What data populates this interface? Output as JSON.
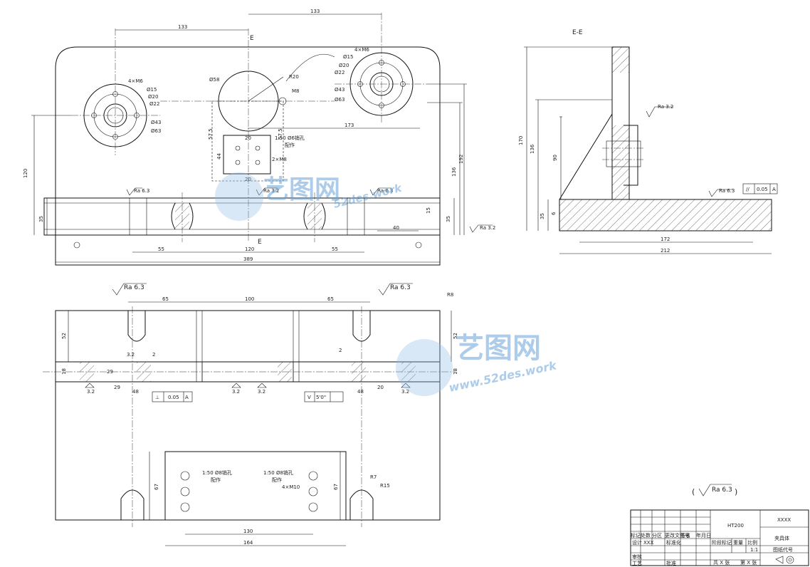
{
  "section_label": "E-E",
  "section_letter": "E",
  "top_view": {
    "dims": {
      "d133_left": "133",
      "d133_right": "133",
      "d173": "173",
      "d120_h": "120",
      "d35_left": "35",
      "d35_right": "35",
      "d55_left": "55",
      "d120_bottom": "120",
      "d55_right": "55",
      "d389": "389",
      "d40": "40",
      "d136": "136",
      "d192": "192",
      "d57_5a": "57.5",
      "d57_5b": "57.5",
      "d20a": "20",
      "d20b": "20",
      "d44": "44",
      "d15_slot": "15"
    },
    "left_circle": {
      "holes": "4×M6",
      "d15": "Ø15",
      "d20": "Ø20",
      "d22": "Ø22",
      "d43": "Ø43",
      "d63": "Ø63"
    },
    "right_circle": {
      "holes": "4×M6",
      "d15": "Ø15",
      "d20": "Ø20",
      "d22": "Ø22",
      "d43": "Ø43",
      "d63": "Ø63"
    },
    "d58": "Ø58",
    "m8": "M8",
    "r20": "R20",
    "pin_note": "1:50 Ø6销孔",
    "pin_note2": "配作",
    "pin_note3": "2×M8",
    "ra_labels": [
      "Ra 6.3",
      "Ra 3.2",
      "Ra 6.3",
      "Ra 3.2"
    ]
  },
  "side_view": {
    "dims": {
      "d170": "170",
      "d136": "136",
      "d90": "90",
      "d35": "35",
      "d6": "6",
      "d172": "172",
      "d212": "212"
    },
    "ra_a": "Ra 3.2",
    "ra_b": "Ra 6.3",
    "tol_sym": "//",
    "tol_val": "0.05",
    "tol_ref": "A"
  },
  "front_view": {
    "dims": {
      "d65_left": "65",
      "d100": "100",
      "d65_right": "65",
      "d52_left": "52",
      "d52_right": "52",
      "d18_left": "18",
      "d18_right": "18",
      "d3_2": "3.2",
      "d2a": "2",
      "d2b": "2",
      "d29a": "29",
      "d29b": "29",
      "d48_left": "48",
      "d48_right": "48",
      "d20": "20",
      "d67_left": "67",
      "d67_right": "67",
      "d130": "130",
      "d164": "164",
      "r8": "R8",
      "r7": "R7",
      "r15": "R15"
    },
    "ra_left": "Ra 6.3",
    "ra_right": "Ra 6.3",
    "tol_left": {
      "sym": "⊥",
      "val": "0.05",
      "ref": "A"
    },
    "tol_right": {
      "sym": "V",
      "val": "5'0\"",
      "ref": ""
    },
    "ra_marks": [
      "3.2",
      "3.2",
      "3.2",
      "3.2"
    ],
    "pin_left": "1:50 Ø8销孔",
    "pin_left2": "配作",
    "pin_right": "1:50 Ø8销孔",
    "pin_right2": "配作",
    "screw_right": "4×M10"
  },
  "general_roughness": "Ra 6.3",
  "title_block": {
    "material": "HT200",
    "company": "XXXX",
    "part_name": "夹具体",
    "drawing_no": "图纸代号",
    "scale": "1:1",
    "sheet_info": "共 X 张",
    "sheet_no": "第 X 张",
    "row_labels": [
      "标记",
      "处数",
      "分区",
      "更改文件号",
      "签名",
      "年月日"
    ],
    "designer_label": "设计",
    "designer": "XXX",
    "std_label": "标准化",
    "check_label": "审核",
    "process_label": "工艺",
    "approve_label": "批准",
    "stage_label": "阶段标记",
    "weight_label": "重量",
    "scale_label": "比例"
  },
  "watermark": {
    "cn": "艺图网",
    "en": "52des.work",
    "en2": "www.52des.work"
  }
}
